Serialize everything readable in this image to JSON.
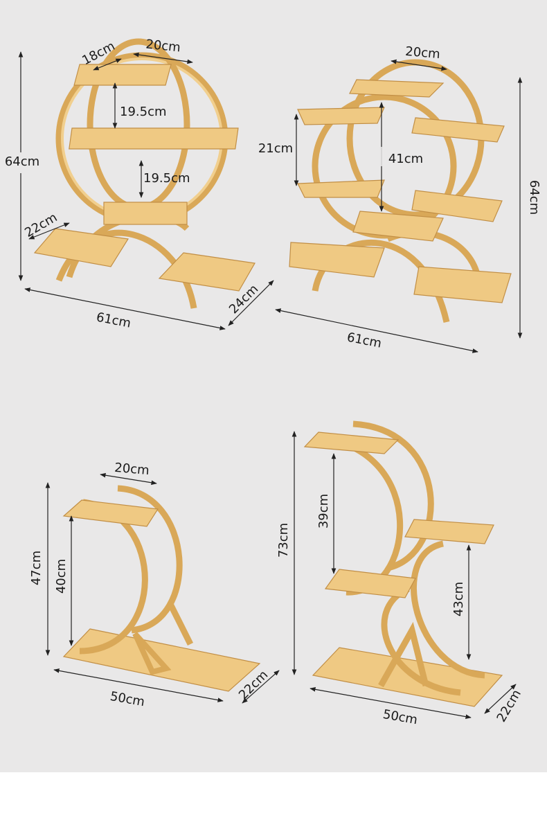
{
  "products": [
    {
      "name": "round-stand-large",
      "labels": {
        "shelf_depth": "18cm",
        "shelf_width": "20cm",
        "gap_upper": "19.5cm",
        "gap_lower": "19.5cm",
        "height": "64cm",
        "side_shelf": "22cm",
        "width": "61cm",
        "depth": "24cm"
      }
    },
    {
      "name": "round-stand-multi",
      "labels": {
        "shelf_width": "20cm",
        "side_gap": "21cm",
        "inner_height": "41cm",
        "height": "64cm",
        "width": "61cm"
      }
    },
    {
      "name": "crescent-stand-small",
      "labels": {
        "shelf_width": "20cm",
        "height": "47cm",
        "inner_height": "40cm",
        "width": "50cm",
        "depth": "22cm"
      }
    },
    {
      "name": "crescent-stand-tall",
      "labels": {
        "height": "73cm",
        "upper_gap": "39cm",
        "lower_gap": "43cm",
        "width": "50cm",
        "depth": "22cm"
      }
    }
  ],
  "colors": {
    "background": "#e9e8e8",
    "wood": "#d9a858",
    "wood_light": "#efc983"
  }
}
